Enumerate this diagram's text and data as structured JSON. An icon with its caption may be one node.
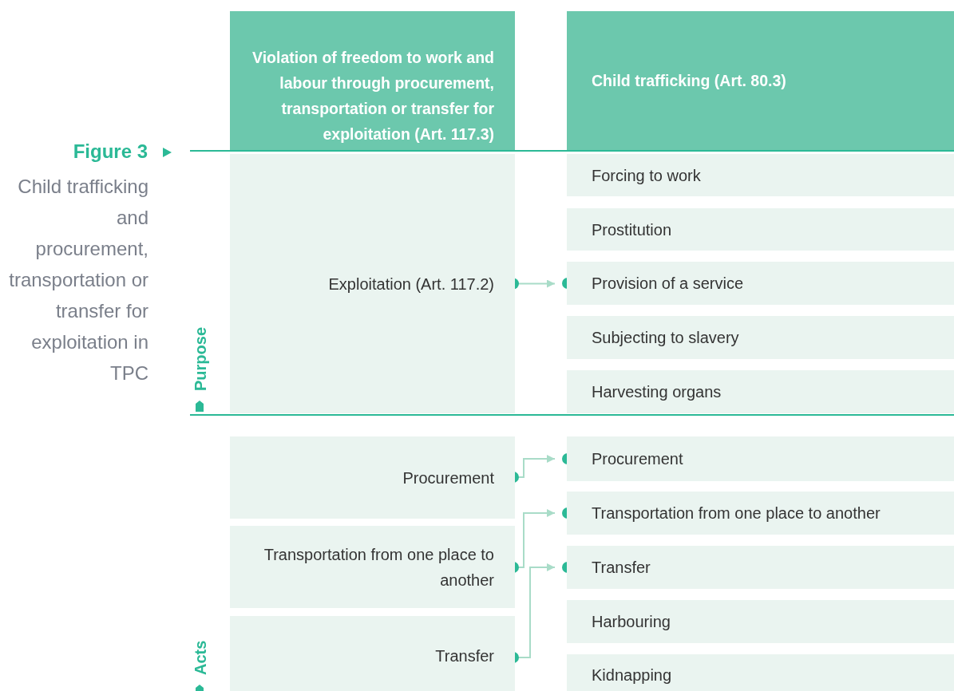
{
  "diagram": {
    "title": "Figure 3",
    "caption": "Child trafficking and procurement, transportation or transfer for exploitation in TPC",
    "nodes": [
      {
        "text": [
          "Violation of freedom to work and labour through procurement, transportation or transfer for exploitation (Art. 117.3)"
        ]
      },
      {
        "text": [
          "Child trafficking (Art. 80.3)"
        ]
      },
      {
        "text": [
          "Exploitation (Art. 117.2)"
        ]
      },
      {
        "text": [
          "Forcing to work"
        ]
      },
      {
        "text": [
          "Prostitution"
        ]
      },
      {
        "text": [
          "Provision of a service"
        ]
      },
      {
        "text": [
          "Subjecting to slavery"
        ]
      },
      {
        "text": [
          "Harvesting organs"
        ]
      },
      {
        "text": [
          "Procurement"
        ]
      },
      {
        "text": [
          "Transportation from one place to another"
        ]
      },
      {
        "text": [
          "Transfer"
        ]
      },
      {
        "text": [
          "Procurement"
        ]
      },
      {
        "text": [
          "Transportation from one place to another"
        ]
      },
      {
        "text": [
          "Transfer"
        ]
      },
      {
        "text": [
          "Harbouring"
        ]
      },
      {
        "text": [
          "Kidnapping"
        ]
      }
    ],
    "edges": [
      {
        "from": 2,
        "to": 5,
        "arrow": "to"
      },
      {
        "from": 8,
        "to": 11,
        "arrow": "to"
      },
      {
        "from": 9,
        "to": 12,
        "arrow": "to"
      },
      {
        "from": 10,
        "to": 13,
        "arrow": "to"
      }
    ],
    "labels": [
      "Purpose",
      "Acts"
    ]
  }
}
